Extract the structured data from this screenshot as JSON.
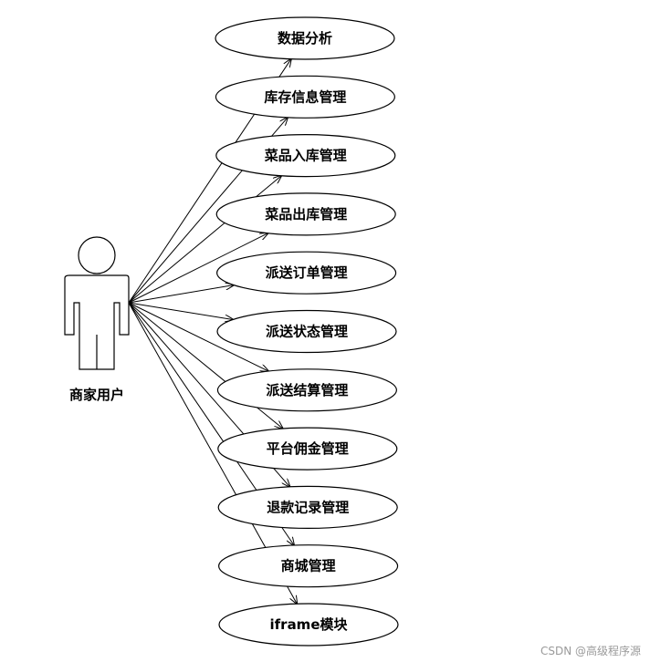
{
  "actor": {
    "label": "商家用户"
  },
  "use_cases": [
    {
      "label": "数据分析"
    },
    {
      "label": "库存信息管理"
    },
    {
      "label": "菜品入库管理"
    },
    {
      "label": "菜品出库管理"
    },
    {
      "label": "派送订单管理"
    },
    {
      "label": "派送状态管理"
    },
    {
      "label": "派送结算管理"
    },
    {
      "label": "平台佣金管理"
    },
    {
      "label": "退款记录管理"
    },
    {
      "label": "商城管理"
    },
    {
      "label": "iframe模块"
    }
  ],
  "watermark": "CSDN @高级程序源",
  "colors": {
    "stroke": "#000000",
    "background": "#ffffff",
    "watermark": "#9a9a9a"
  }
}
